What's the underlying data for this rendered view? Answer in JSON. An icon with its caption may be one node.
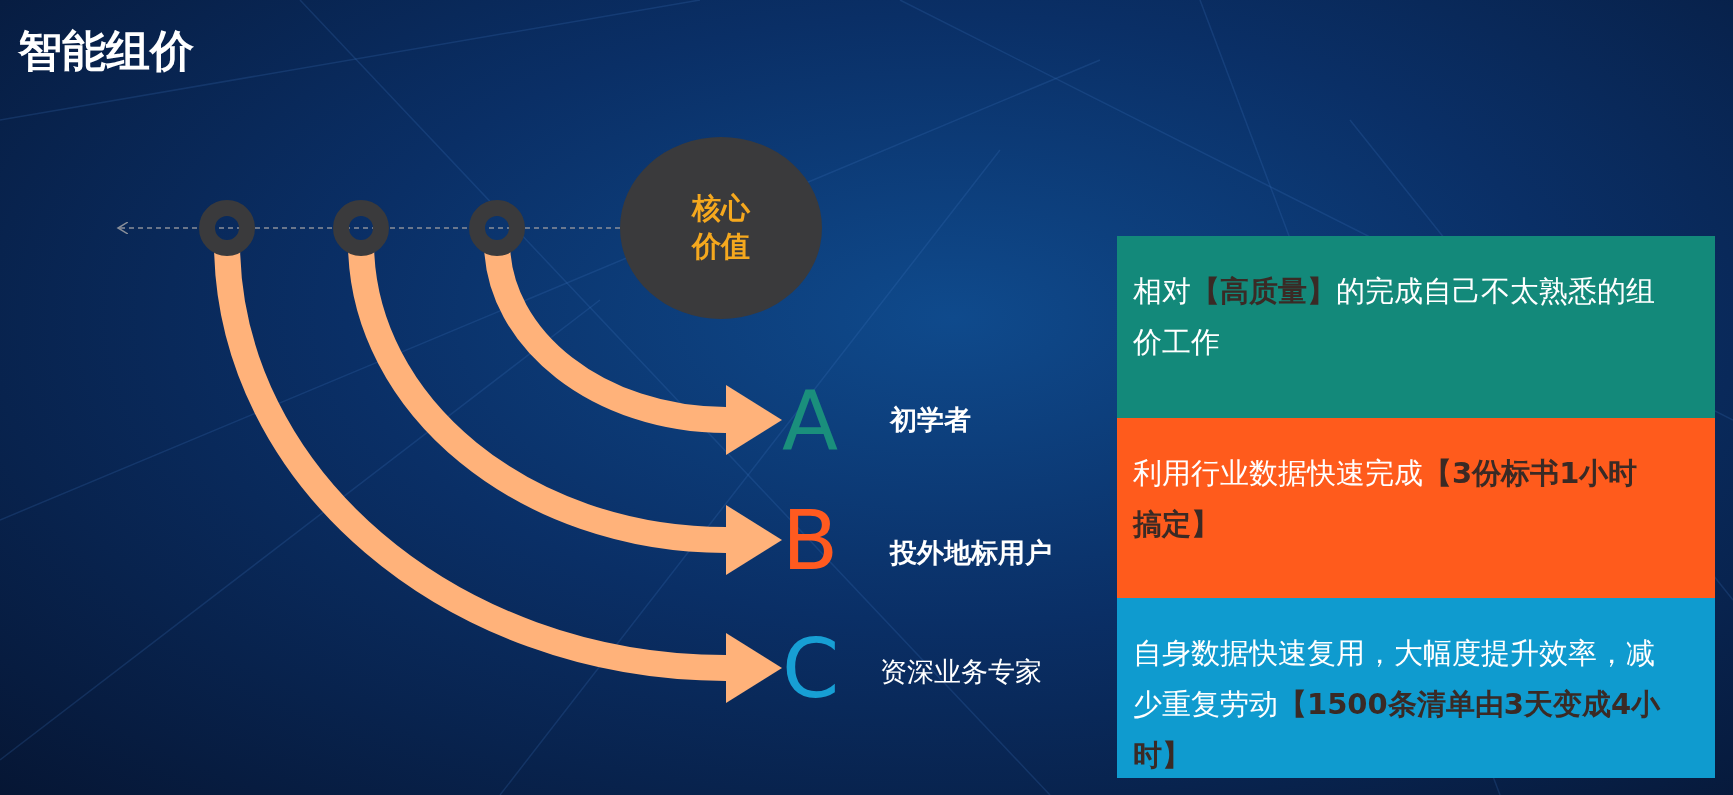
{
  "diagram": {
    "title": "智能组价",
    "nodes": [
      {
        "text": [],
        "shape": "circle"
      },
      {
        "text": [],
        "shape": "circle"
      },
      {
        "text": [],
        "shape": "circle"
      },
      {
        "text": [
          "核心价值"
        ]
      },
      {
        "text": [
          "A"
        ],
        "beside": [
          "初学者"
        ]
      },
      {
        "text": [
          "B"
        ],
        "beside": [
          "投外地标用户"
        ]
      },
      {
        "text": [
          "C"
        ],
        "beside": [
          "资深业务专家"
        ]
      },
      {
        "text": [
          "相对**【高质量】**的完成自己不太熟悉的组价工作"
        ]
      },
      {
        "text": [
          "利用行业数据快速完成**【3份标书1小时搞定】**"
        ]
      },
      {
        "text": [
          "自身数据快速复用，大幅度提升效率，减少重复劳动**【1500条清单由3天变成4小时】**"
        ]
      }
    ],
    "edges": [
      {
        "from": 2,
        "to": 4,
        "arrow": "to"
      },
      {
        "from": 1,
        "to": 5,
        "arrow": "to"
      },
      {
        "from": 0,
        "to": 6,
        "arrow": "to"
      },
      {
        "from": 3,
        "to": null,
        "arrow": "to",
        "style": "dashed",
        "color": "#8a8f99"
      }
    ]
  }
}
